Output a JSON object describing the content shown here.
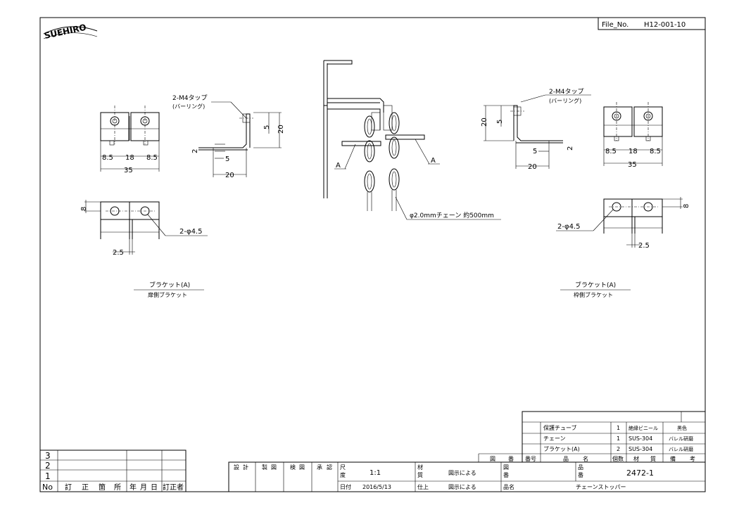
{
  "header": {
    "brand": "SUEHIRO",
    "file_label": "File_No.",
    "file_no": "H12-001-10"
  },
  "views": {
    "left": {
      "tap_label": "2-M4タップ",
      "tap_sub": "(バーリング)",
      "dim_85a": "8.5",
      "dim_18": "18",
      "dim_85b": "8.5",
      "dim_35": "35",
      "dim_5v": "5",
      "dim_20v": "20",
      "dim_2": "2",
      "dim_5h": "5",
      "dim_20h": "20",
      "dim_8": "8",
      "hole_label": "2-φ4.5",
      "dim_25": "2.5",
      "title": "ブラケット(A)",
      "subtitle": "扉側ブラケット"
    },
    "right": {
      "tap_label": "2-M4タップ",
      "tap_sub": "(バーリング)",
      "dim_85a": "8.5",
      "dim_18": "18",
      "dim_85b": "8.5",
      "dim_35": "35",
      "dim_5v": "5",
      "dim_20v": "20",
      "dim_2": "2",
      "dim_5h": "5",
      "dim_20h": "20",
      "dim_8": "8",
      "hole_label": "2-φ4.5",
      "dim_25": "2.5",
      "title": "ブラケット(A)",
      "subtitle": "枠側ブラケット"
    },
    "center": {
      "label_a1": "A",
      "label_a2": "A",
      "chain_label": "φ2.0mmチェーン 約500mm"
    }
  },
  "parts_list": {
    "headers": [
      "図",
      "番",
      "番号",
      "品",
      "名",
      "個数",
      "材",
      "質",
      "備",
      "考"
    ],
    "rows": [
      {
        "name": "保護チューブ",
        "qty": "1",
        "material": "絶縁ビニール",
        "note": "黒色"
      },
      {
        "name": "チェーン",
        "qty": "1",
        "material": "SUS-304",
        "note": "バレル研磨"
      },
      {
        "name": "ブラケット(A)",
        "qty": "2",
        "material": "SUS-304",
        "note": "バレル研磨"
      }
    ]
  },
  "revision": {
    "rows": [
      "3",
      "2",
      "1"
    ],
    "headers": [
      "No",
      "訂",
      "正",
      "箇",
      "所",
      "年",
      "月",
      "日",
      "訂正者"
    ]
  },
  "title_block": {
    "roles": [
      "設",
      "計",
      "製",
      "図",
      "検",
      "図",
      "承",
      "認"
    ],
    "scale_label_1": "尺",
    "scale_label_2": "度",
    "scale": "1:1",
    "material_label_1": "材",
    "material_label_2": "質",
    "material_value": "図示による",
    "drawing_label_1": "図",
    "drawing_label_2": "番",
    "part_no_label_1": "品",
    "part_no_label_2": "番",
    "part_no": "2472-1",
    "date_label": "日付",
    "date": "2016/5/13",
    "finish_label": "仕上",
    "finish_value": "図示による",
    "name_label": "品名",
    "name": "チェーンストッパー"
  }
}
